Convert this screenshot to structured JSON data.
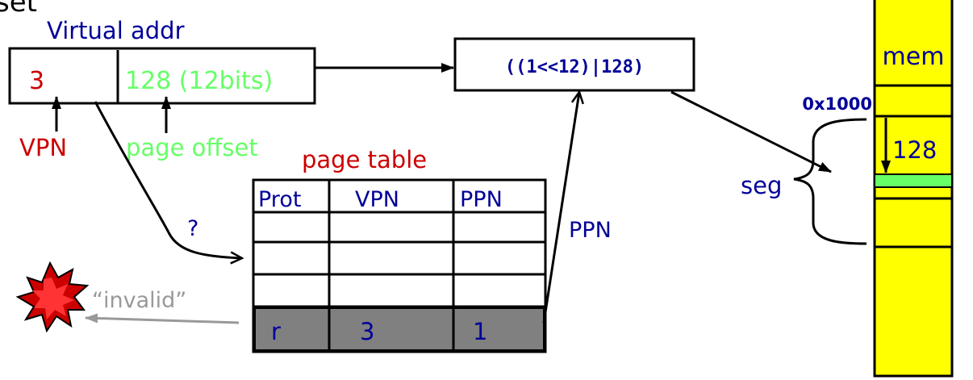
{
  "header": {
    "partial_text": "set"
  },
  "virtual_addr": {
    "title": "Virtual addr",
    "vpn_value": "3",
    "offset_value": "128 (12bits)",
    "vpn_label": "VPN",
    "offset_label": "page offset"
  },
  "physical_addr": {
    "expression": "((1<<12)|128)"
  },
  "page_table": {
    "title": "page table",
    "columns": [
      "Prot",
      "VPN",
      "PPN"
    ],
    "valid_row": {
      "prot": "r",
      "vpn": "3",
      "ppn": "1"
    },
    "lookup_label": "?",
    "ppn_label": "PPN",
    "invalid_label": "“invalid”"
  },
  "memory": {
    "title": "mem",
    "base_address": "0x1000",
    "offset_label": "128",
    "segment_label": "seg"
  },
  "colors": {
    "vpn": "#cc0000",
    "offset": "#66ff66",
    "label_blue": "#000099",
    "memory_fill": "#ffff00",
    "highlight": "#808080",
    "invalid_arrow": "#999999",
    "explosion_outer": "#cc0000",
    "explosion_inner": "#ff3333"
  }
}
